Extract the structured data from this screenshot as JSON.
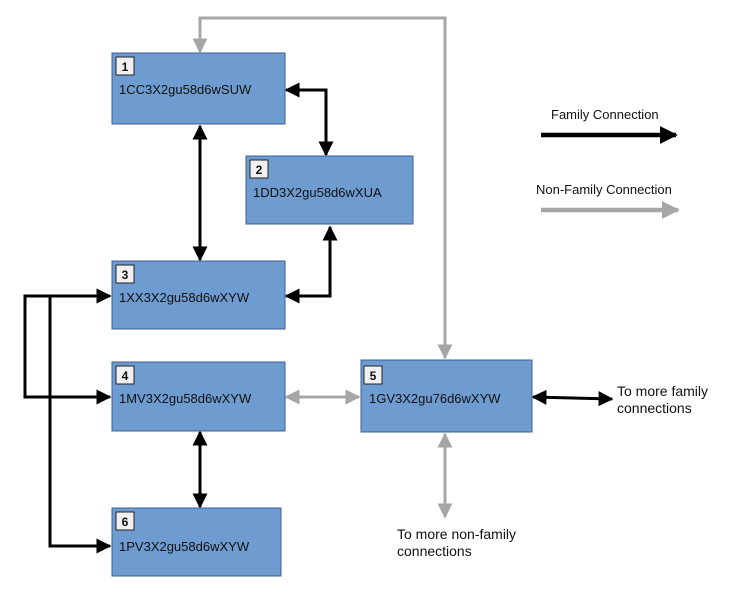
{
  "colors": {
    "node_fill": "#6e9bd0",
    "family": "#000000",
    "non_family": "#a6a6a6"
  },
  "nodes": [
    {
      "num": "1",
      "label": "1CC3X2gu58d6wSUW"
    },
    {
      "num": "2",
      "label": "1DD3X2gu58d6wXUA"
    },
    {
      "num": "3",
      "label": "1XX3X2gu58d6wXYW"
    },
    {
      "num": "4",
      "label": "1MV3X2gu58d6wXYW"
    },
    {
      "num": "5",
      "label": "1GV3X2gu76d6wXYW"
    },
    {
      "num": "6",
      "label": "1PV3X2gu58d6wXYW"
    }
  ],
  "edges": [
    {
      "from": "1",
      "to": "2",
      "type": "family"
    },
    {
      "from": "1",
      "to": "3",
      "type": "family"
    },
    {
      "from": "2",
      "to": "3",
      "type": "family"
    },
    {
      "from": "3",
      "to": "4",
      "type": "family"
    },
    {
      "from": "3",
      "to": "6",
      "type": "family"
    },
    {
      "from": "4",
      "to": "6",
      "type": "family"
    },
    {
      "from": "4",
      "to": "5",
      "type": "non-family"
    },
    {
      "from": "1",
      "to": "5",
      "type": "non-family"
    }
  ],
  "annotations": {
    "more_family_line1": "To more family",
    "more_family_line2": "connections",
    "more_nonfamily_line1": "To more non-family",
    "more_nonfamily_line2": "connections"
  },
  "legend": {
    "family_label": "Family Connection",
    "non_family_label": "Non-Family Connection"
  }
}
